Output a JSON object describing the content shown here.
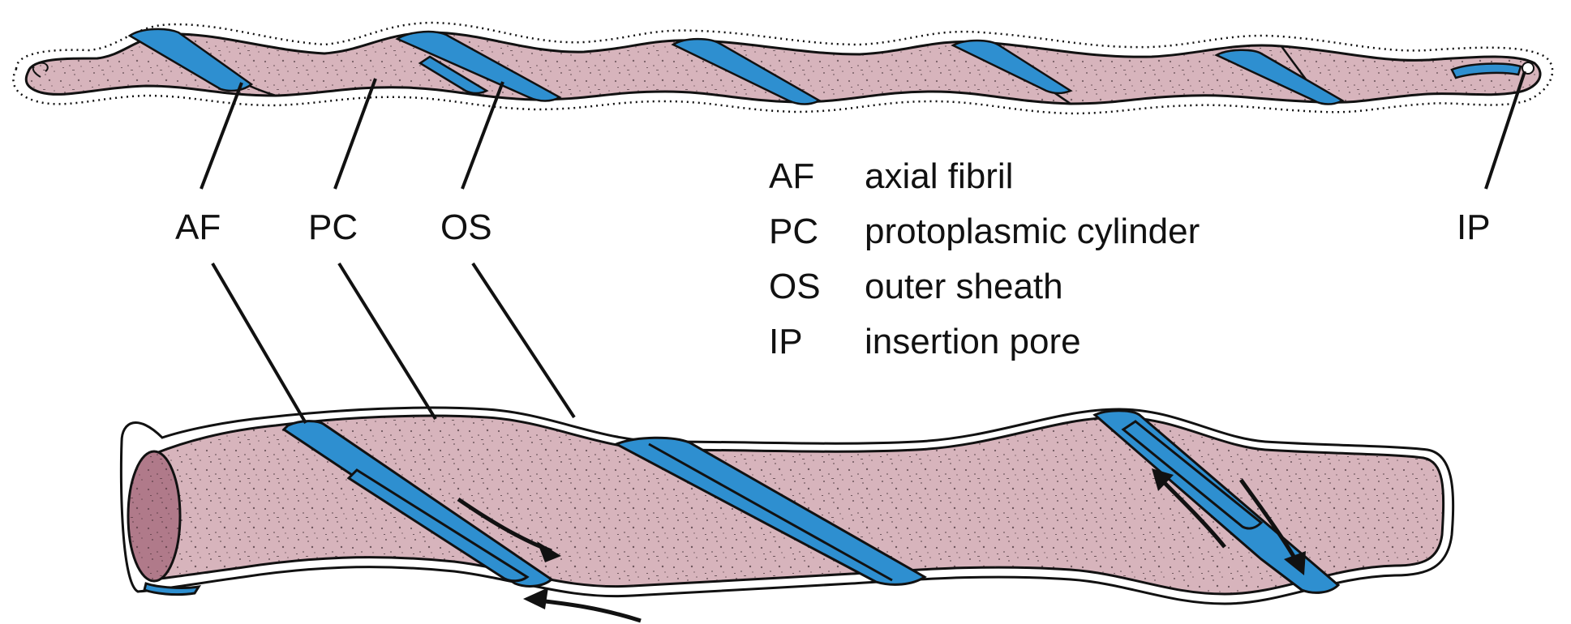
{
  "labels": {
    "af": "AF",
    "pc": "PC",
    "os": "OS",
    "ip": "IP"
  },
  "legend": [
    {
      "abbr": "AF",
      "text": "axial fibril"
    },
    {
      "abbr": "PC",
      "text": "protoplasmic cylinder"
    },
    {
      "abbr": "OS",
      "text": "outer sheath"
    },
    {
      "abbr": "IP",
      "text": "insertion pore"
    }
  ],
  "colors": {
    "cylinder": "#d7b4bc",
    "cylinder_end": "#b07a8a",
    "fibril": "#2e8fd0",
    "outline": "#111111"
  }
}
